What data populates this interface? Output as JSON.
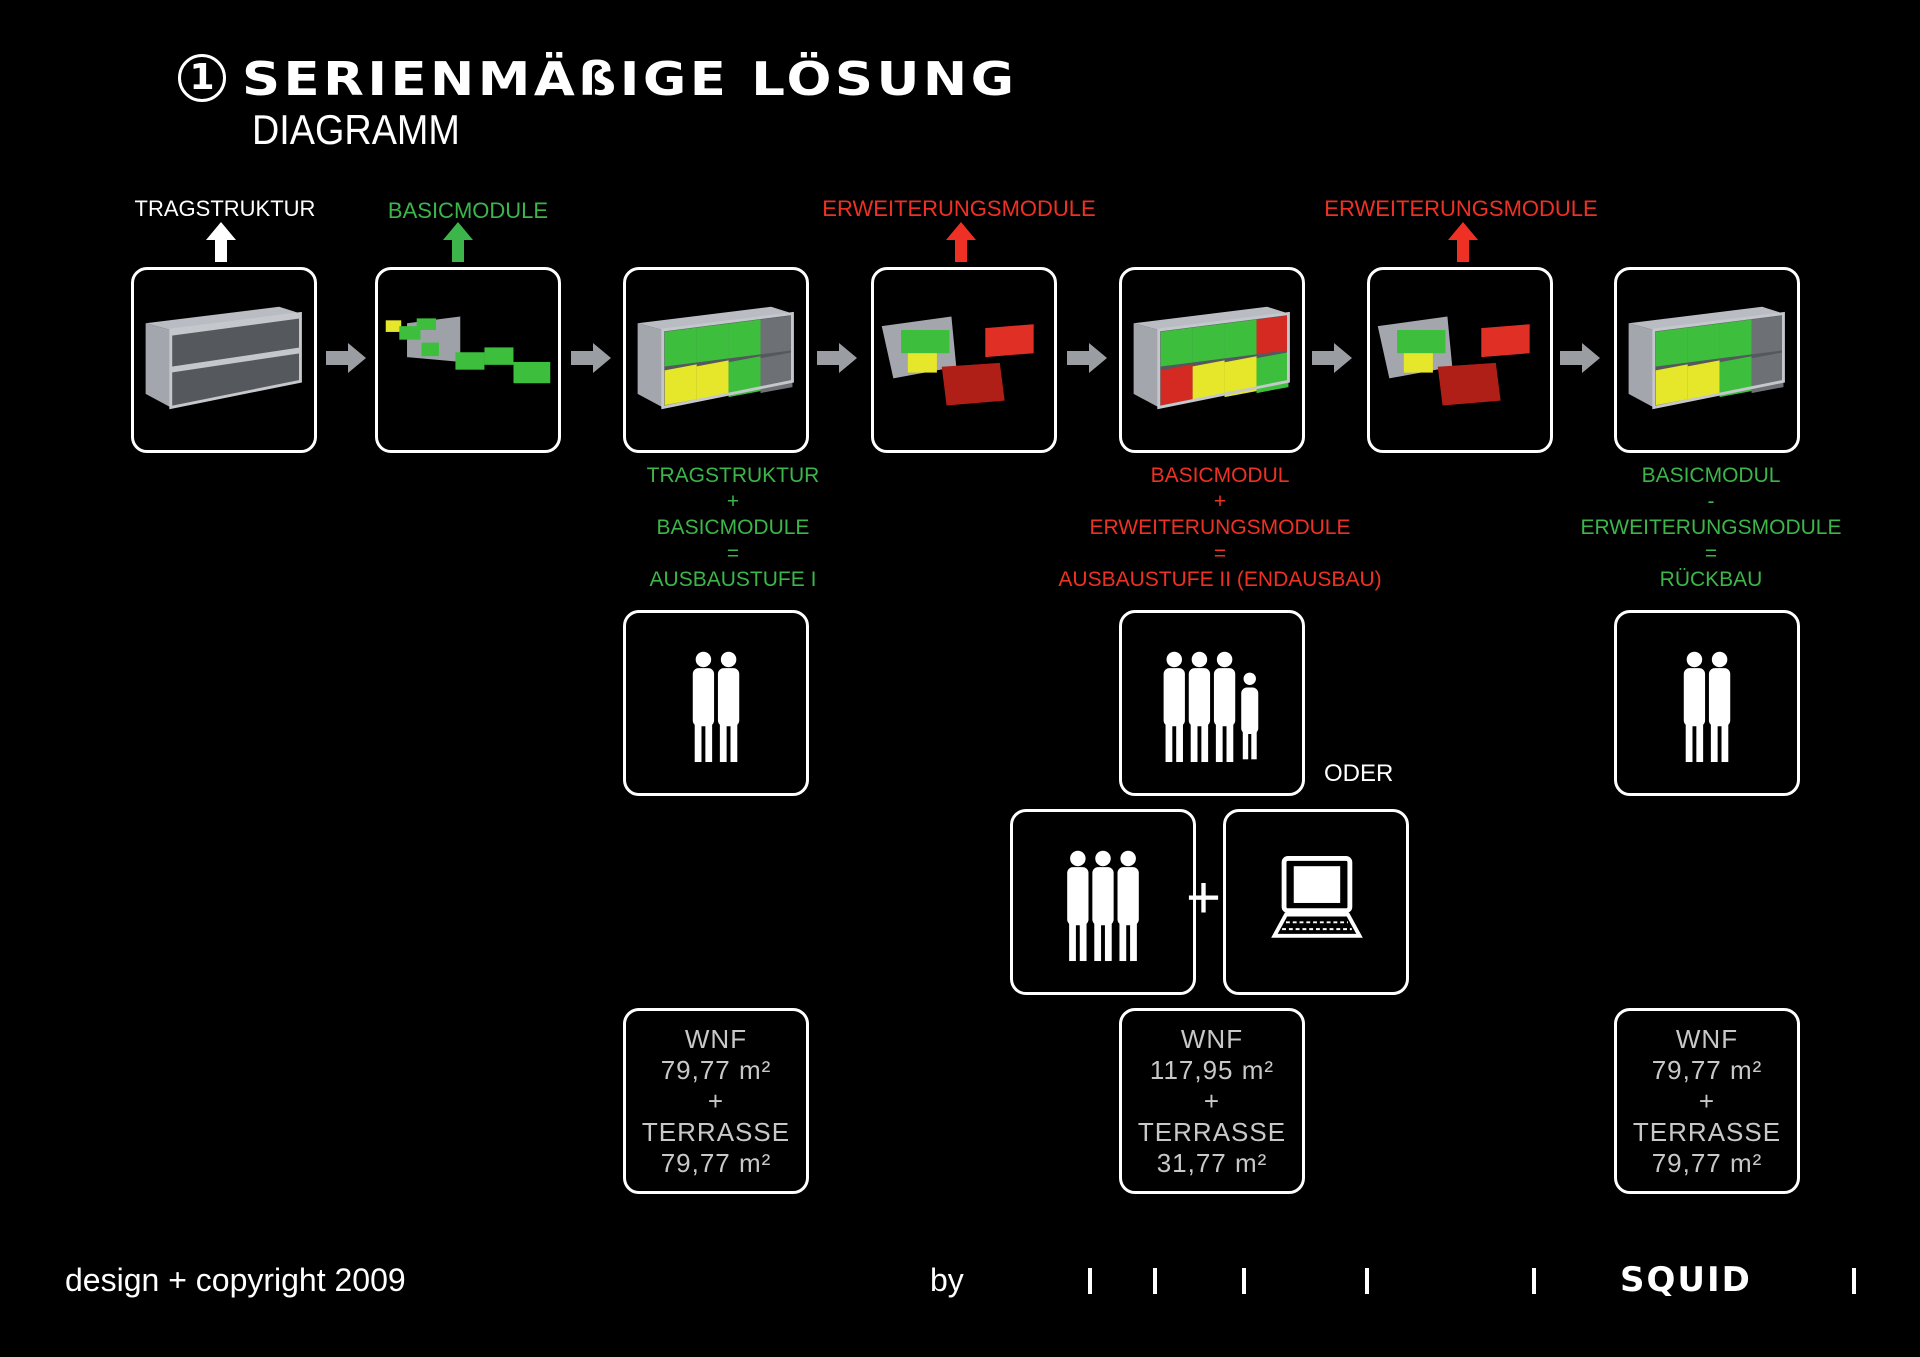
{
  "header": {
    "number": "1",
    "title": "SERIENMÄßIGE LÖSUNG",
    "subtitle": "DIAGRAMM"
  },
  "top_labels": [
    {
      "text": "TRAGSTRUKTUR",
      "color": "#ffffff"
    },
    {
      "text": "BASICMODULE",
      "color": "#3cb54a"
    },
    {
      "text": "ERWEITERUNGSMODULE",
      "color": "#ee3124"
    },
    {
      "text": "ERWEITERUNGSMODULE",
      "color": "#ee3124"
    }
  ],
  "stages": [
    {
      "lines": [
        "TRAGSTRUKTUR",
        "+",
        "BASICMODULE",
        "=",
        "AUSBAUSTUFE I"
      ],
      "color": "#3cb54a"
    },
    {
      "lines": [
        "BASICMODUL",
        "+",
        "ERWEITERUNGSMODULE",
        "=",
        "AUSBAUSTUFE II (ENDAUSBAU)"
      ],
      "color": "#ee3124"
    },
    {
      "lines": [
        "BASICMODUL",
        "-",
        "ERWEITERUNGSMODULE",
        "=",
        "RÜCKBAU"
      ],
      "color": "#3cb54a"
    }
  ],
  "oder": "ODER",
  "plus": "+",
  "areas": [
    {
      "l1": "WNF",
      "l2": "79,77 m²",
      "l3": "+",
      "l4": "TERRASSE",
      "l5": "79,77 m²"
    },
    {
      "l1": "WNF",
      "l2": "117,95 m²",
      "l3": "+",
      "l4": "TERRASSE",
      "l5": "31,77 m²"
    },
    {
      "l1": "WNF",
      "l2": "79,77 m²",
      "l3": "+",
      "l4": "TERRASSE",
      "l5": "79,77 m²"
    }
  ],
  "footer": {
    "copyright": "design + copyright 2009",
    "by": "by",
    "brand": "SQUID"
  }
}
